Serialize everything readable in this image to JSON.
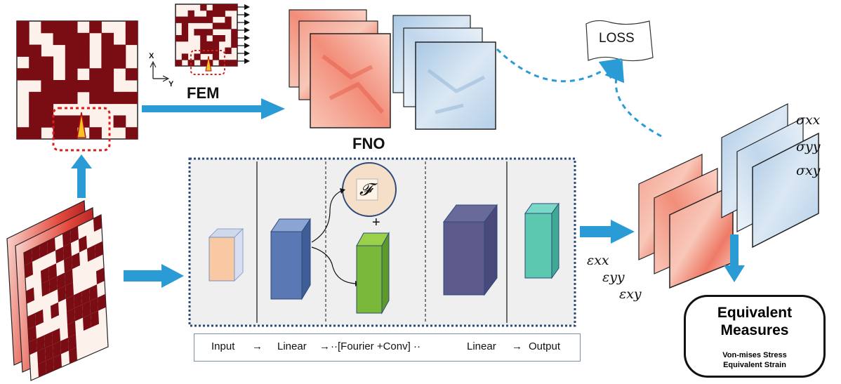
{
  "labels": {
    "fem": "FEM",
    "fno": "FNO",
    "loss": "LOSS",
    "axis_x": "X",
    "axis_y": "Y",
    "fourier_symbol": "𝓕",
    "plus": "+"
  },
  "pipeline": {
    "input": "Input",
    "linear1": "Linear",
    "fourier_conv": "··[Fourier +Conv] ··",
    "linear2": "Linear",
    "output": "Output",
    "arrow": "→"
  },
  "strain_labels": [
    "εxx",
    "εyy",
    "εxy"
  ],
  "stress_labels": [
    "σxx",
    "σyy",
    "σxy"
  ],
  "equivalent": {
    "title_line1": "Equivalent",
    "title_line2": "Measures",
    "item1": "Von-mises Stress",
    "item2": "Equivalent Strain"
  },
  "colors": {
    "microstructure_dark": "#7a0c14",
    "microstructure_light": "#fdf1ec",
    "strain_red": "#e8584a",
    "stress_blue": "#9bbedf",
    "arrow_blue": "#2b9bd6",
    "fno_frame": "#2e4a7a",
    "crack_highlight": "#e01b1b"
  }
}
